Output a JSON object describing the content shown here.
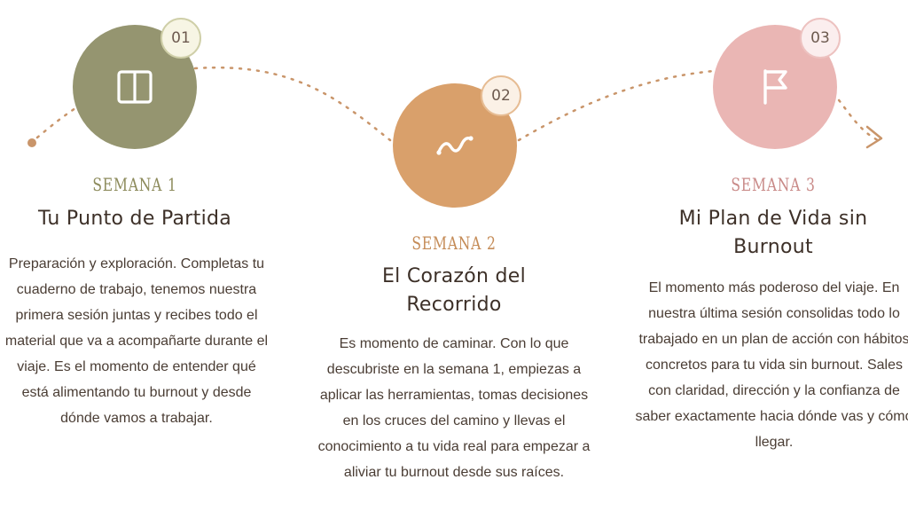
{
  "steps": [
    {
      "number": "01",
      "week": "SEMANA 1",
      "title": "Tu Punto de Partida",
      "description": "Preparación y exploración. Completas tu cuaderno de trabajo, tenemos nuestra primera sesión juntas y recibes todo el material que va a acompañarte durante el viaje. Es el momento de entender qué está alimentando tu burnout y desde dónde vamos a trabajar.",
      "icon": "book-icon",
      "color": "#959570"
    },
    {
      "number": "02",
      "week": "SEMANA 2",
      "title": "El Corazón del Recorrido",
      "description": "Es momento de caminar. Con lo que descubriste en la semana 1, empiezas a aplicar las herramientas, tomas decisiones en los cruces del camino y llevas el conocimiento a tu vida real para empezar a aliviar tu burnout desde sus raíces.",
      "icon": "path-icon",
      "color": "#d9a06b"
    },
    {
      "number": "03",
      "week": "SEMANA 3",
      "title": "Mi Plan de Vida sin Burnout",
      "description": "El momento más poderoso del viaje. En nuestra última sesión consolidas todo lo trabajado en un plan de acción con hábitos concretos para tu vida sin burnout. Sales con claridad, dirección y la confianza de saber exactamente hacia dónde vas y cómo llegar.",
      "icon": "flag-icon",
      "color": "#eab6b4"
    }
  ]
}
